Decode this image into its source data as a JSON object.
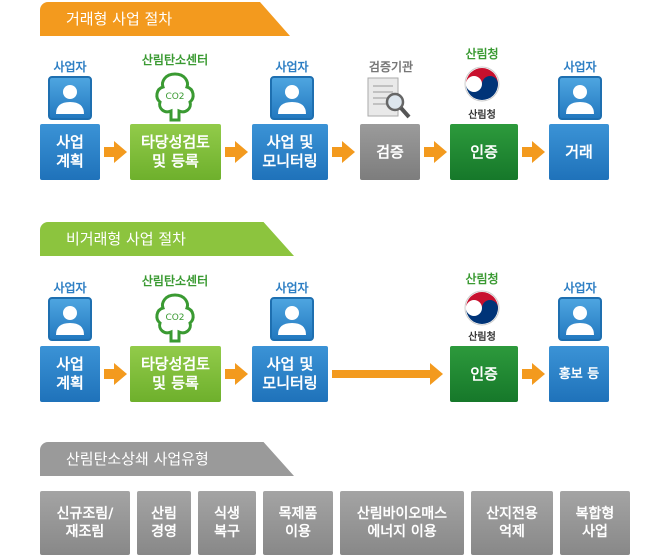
{
  "trade": {
    "banner": "거래형 사업 절차",
    "steps": [
      {
        "label": "사업자",
        "box": "사업\n계획"
      },
      {
        "label": "산림탄소센터",
        "box": "타당성검토\n및 등록"
      },
      {
        "label": "사업자",
        "box": "사업 및\n모니터링"
      },
      {
        "label": "검증기관",
        "box": "검증"
      },
      {
        "label": "산림청",
        "box": "인증"
      },
      {
        "label": "사업자",
        "box": "거래"
      }
    ]
  },
  "nontrade": {
    "banner": "비거래형 사업 절차",
    "steps": [
      {
        "label": "사업자",
        "box": "사업\n계획"
      },
      {
        "label": "산림탄소센터",
        "box": "타당성검토\n및 등록"
      },
      {
        "label": "사업자",
        "box": "사업 및\n모니터링"
      },
      {
        "label": "산림청",
        "box": "인증"
      },
      {
        "label": "사업자",
        "box": "홍보 등"
      }
    ]
  },
  "types": {
    "banner": "산림탄소상쇄 사업유형",
    "items": [
      "신규조림/\n재조림",
      "산림\n경영",
      "식생\n복구",
      "목제품\n이용",
      "산림바이오매스\n에너지 이용",
      "산지전용\n억제",
      "복합형\n사업"
    ]
  },
  "logo": {
    "co2": "CO2",
    "forest_service": "산림청"
  }
}
